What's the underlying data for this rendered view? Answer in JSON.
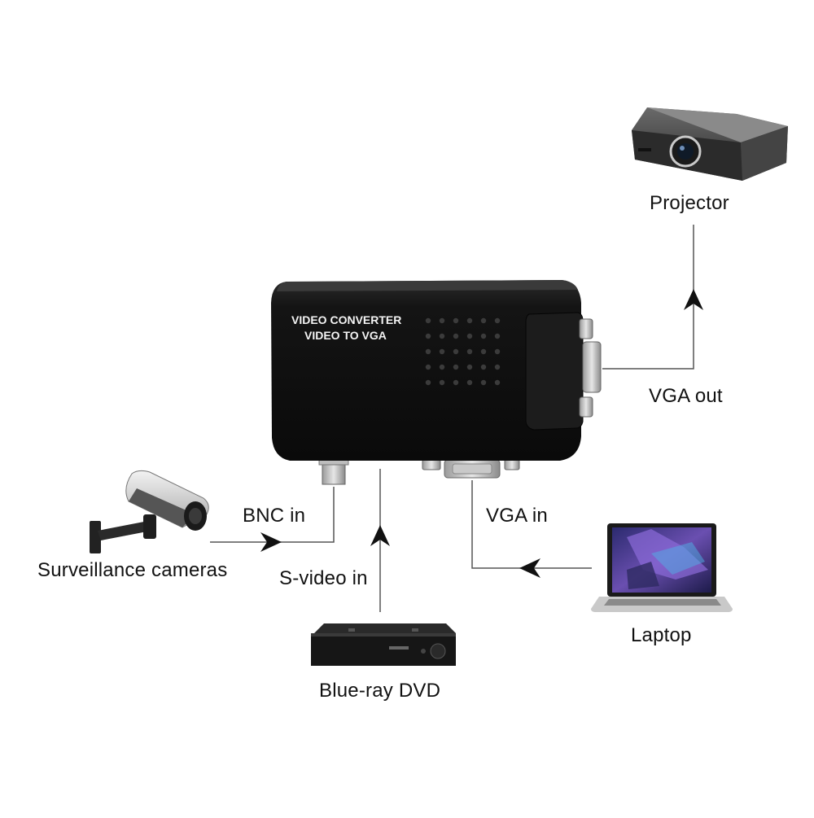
{
  "device": {
    "line1": "VIDEO CONVERTER",
    "line2": "VIDEO TO VGA"
  },
  "labels": {
    "projector": "Projector",
    "vga_out": "VGA out",
    "bnc_in": "BNC in",
    "vga_in": "VGA in",
    "svideo_in": "S-video in",
    "cameras": "Surveillance cameras",
    "laptop": "Laptop",
    "dvd": "Blue-ray DVD"
  },
  "colors": {
    "device_body": "#141414",
    "arrow": "#111111",
    "line": "#555555"
  }
}
